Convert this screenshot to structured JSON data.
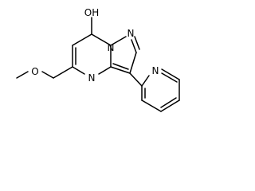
{
  "molecule": {
    "atoms": {
      "hydroxyl": "OH",
      "ether_oxygen": "O",
      "ring_nitrogen_top": "N",
      "ring_nitrogen_bottom": "N",
      "ring_nitrogen_bridge": "N",
      "pyridine_nitrogen": "N"
    }
  }
}
